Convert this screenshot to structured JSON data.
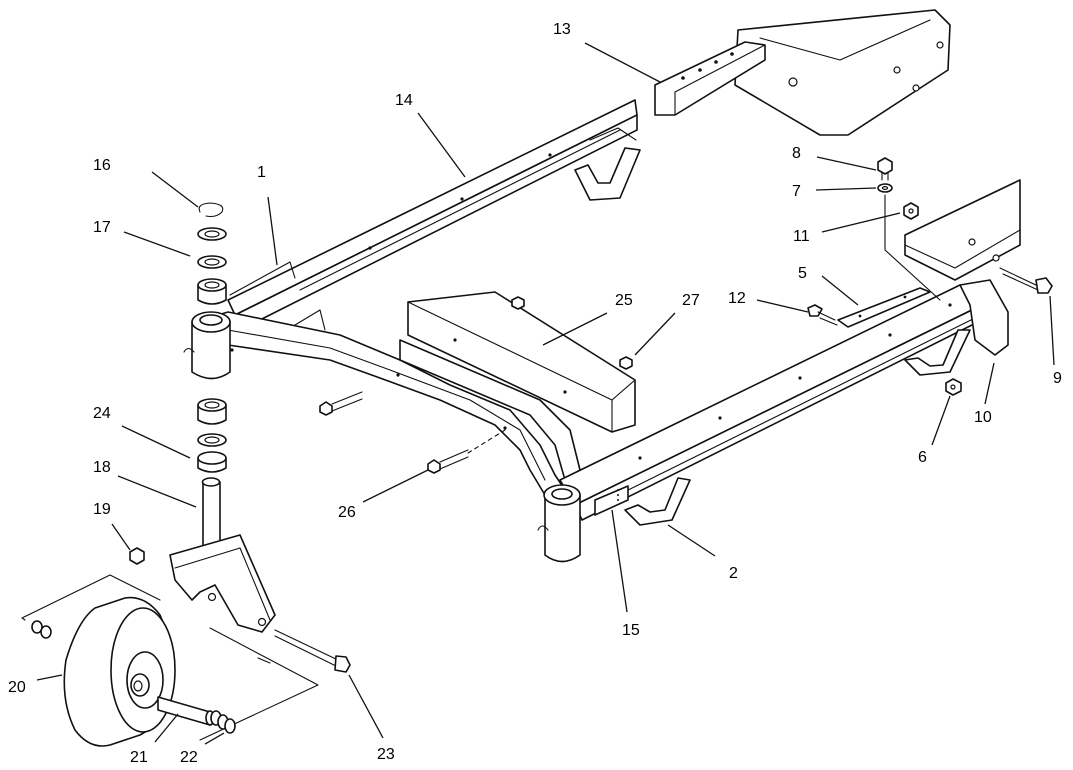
{
  "callouts": {
    "c1": "1",
    "c2": "2",
    "c5": "5",
    "c6": "6",
    "c7": "7",
    "c8": "8",
    "c9": "9",
    "c10": "10",
    "c11": "11",
    "c12": "12",
    "c13": "13",
    "c14": "14",
    "c15": "15",
    "c16": "16",
    "c17": "17",
    "c18": "18",
    "c19": "19",
    "c20": "20",
    "c21": "21",
    "c22": "22",
    "c23": "23",
    "c24": "24",
    "c25": "25",
    "c26": "26",
    "c27": "27"
  }
}
